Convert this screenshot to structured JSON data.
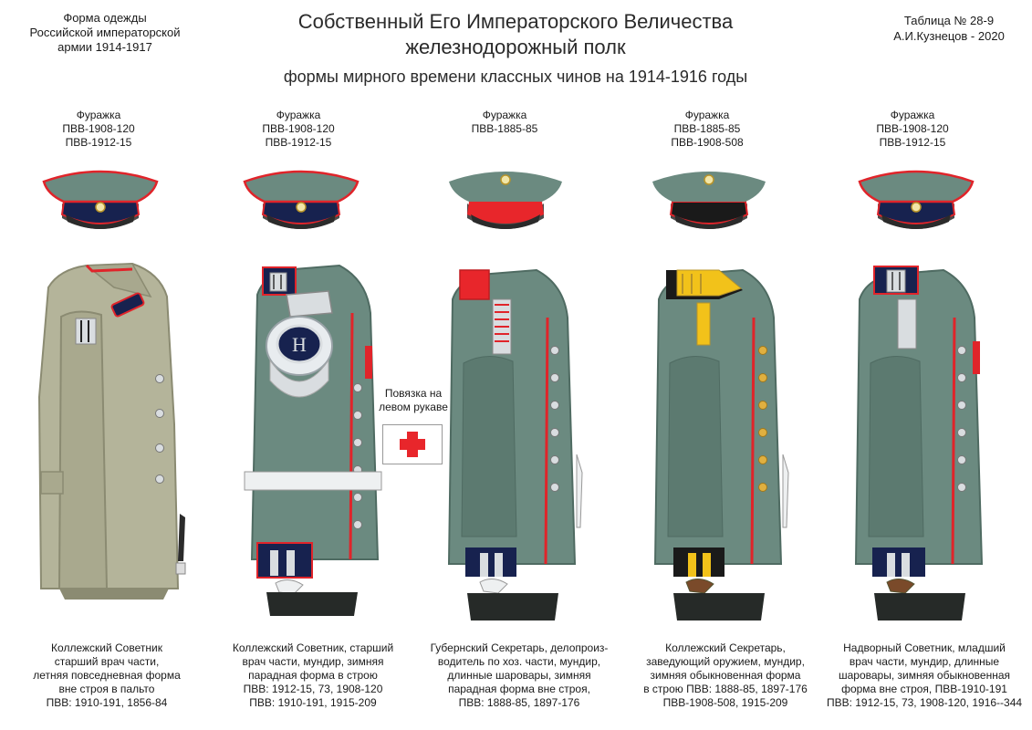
{
  "header": {
    "left": [
      "Форма одежды",
      "Российской императорской",
      "армии  1914-1917"
    ],
    "title": [
      "Собственный Его Императорского Величества",
      "железнодорожный полк"
    ],
    "subtitle": "формы мирного времени классных чинов на 1914-1916 годы",
    "right": [
      "Таблица №  28-9",
      "А.И.Кузнецов - 2020"
    ]
  },
  "colors": {
    "tunic_green": "#6b8a80",
    "overcoat_khaki": "#b4b49a",
    "piping_red": "#e0242a",
    "band_dark_blue": "#17224f",
    "band_red": "#e8262b",
    "band_black": "#1a1a1a",
    "silver": "#d9dde0",
    "gold": "#f2c21a",
    "trousers_dark": "#262a28"
  },
  "figures": [
    {
      "cap_label": [
        "Фуражка",
        "ПВВ-1908-120",
        "ПВВ-1912-15"
      ],
      "cap_band": "dark-blue",
      "garment": "overcoat",
      "caption": [
        "Коллежский Советник",
        "старший врач части,",
        "летняя повседневная форма",
        "вне строя в пальто",
        "ПВВ: 1910-191, 1856-84"
      ]
    },
    {
      "cap_label": [
        "Фуражка",
        "ПВВ-1908-120",
        "ПВВ-1912-15"
      ],
      "cap_band": "dark-blue",
      "garment": "parade-tunic-epaulette",
      "caption": [
        "Коллежский Советник, старший",
        "врач части, мундир, зимняя",
        "парадная форма в строю",
        "ПВВ: 1912-15, 73, 1908-120",
        "ПВВ: 1910-191, 1915-209"
      ]
    },
    {
      "cap_label": [
        "Фуражка",
        "ПВВ-1885-85"
      ],
      "cap_band": "red",
      "garment": "tunic-silver-collar",
      "caption": [
        "Губернский Секретарь, делопроиз-",
        "водитель по хоз. части, мундир,",
        "длинные  шаровары, зимняя",
        "парадная форма вне строя,",
        "ПВВ: 1888-85, 1897-176"
      ]
    },
    {
      "cap_label": [
        "Фуражка",
        "ПВВ-1885-85",
        "ПВВ-1908-508"
      ],
      "cap_band": "black",
      "garment": "tunic-gold-collar",
      "caption": [
        "Коллежский Секретарь,",
        "заведующий оружием, мундир,",
        "зимняя обыкновенная форма",
        "в строю  ПВВ: 1888-85, 1897-176",
        "ПВВ-1908-508, 1915-209"
      ]
    },
    {
      "cap_label": [
        "Фуражка",
        "ПВВ-1908-120",
        "ПВВ-1912-15"
      ],
      "cap_band": "dark-blue",
      "garment": "tunic-silver-collar-blue",
      "caption": [
        "Надворный Советник, младший",
        "врач части,  мундир, длинные",
        "шаровары, зимняя обыкновенная",
        "форма вне строя,   ПВВ-1910-191",
        "ПВВ: 1912-15, 73, 1908-120, 1916--344"
      ]
    }
  ],
  "armband": {
    "label": [
      "Повязка на",
      "левом рукаве"
    ],
    "icon": "red-cross-icon"
  }
}
